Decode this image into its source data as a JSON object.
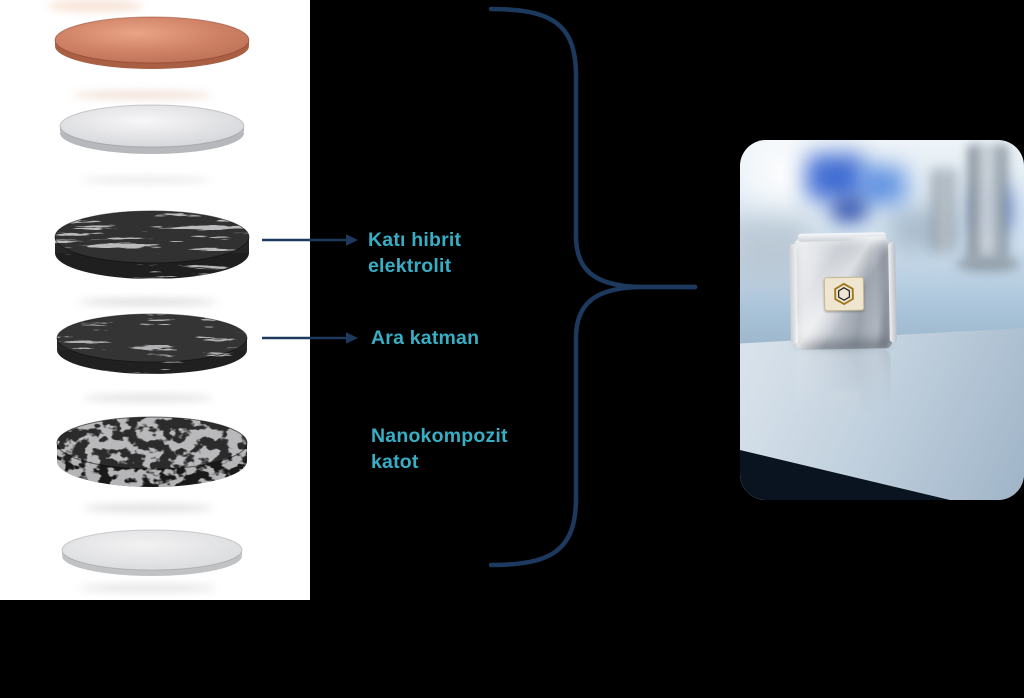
{
  "scene": {
    "background": "#000000",
    "panel_background": "#ffffff"
  },
  "colors": {
    "label_text": "#38aec4",
    "connector": "#1d3a5e",
    "disc_copper": "#cf8265",
    "disc_pale": "#dcdde0",
    "disc_fiber_dark": "#343434",
    "disc_cathode_dark": "#2b2b2b",
    "disc_base_gray": "#e4e5e7"
  },
  "labels": {
    "electrolyte": {
      "line1": "Katı hibrit",
      "line2": "elektrolit"
    },
    "interlayer": {
      "line1": "Ara katman"
    },
    "cathode": {
      "line1": "Nanokompozit",
      "line2": "katot"
    }
  },
  "icons": {
    "pouch_logo": "hexagon-logo"
  },
  "photo": {
    "subject": "pouch-cell-battery-in-lab"
  }
}
